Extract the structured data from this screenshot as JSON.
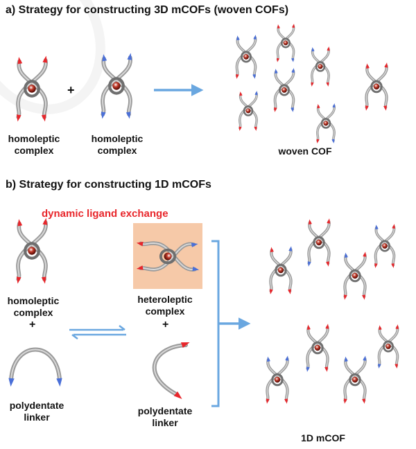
{
  "section_a": {
    "title": "a) Strategy for constructing 3D mCOFs (woven COFs)",
    "left_label": "homoleptic\ncomplex",
    "middle_label": "homoleptic\ncomplex",
    "plus": "+",
    "result_label": "woven COF"
  },
  "section_b": {
    "title": "b) Strategy for constructing 1D mCOFs",
    "exchange_label": "dynamic ligand exchange",
    "left_complex_label": "homoleptic\ncomplex",
    "left_plus": "+",
    "left_linker_label": "polydentate\nlinker",
    "right_complex_label": "heteroleptic\ncomplex",
    "right_plus": "+",
    "right_linker_label": "polydentate\nlinker",
    "result_label": "1D mCOF"
  },
  "colors": {
    "rod": "#9a9a9a",
    "red_end": "#e8262b",
    "blue_end": "#4a6fd8",
    "arrow": "#6aa7e0",
    "highlight_box": "#f6c9a8",
    "accent_text": "#e8262b"
  }
}
